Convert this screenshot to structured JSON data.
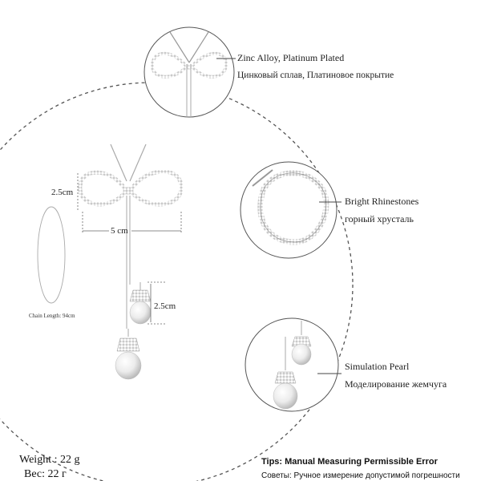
{
  "features": {
    "material": {
      "en": "Zinc Alloy, Platinum Plated",
      "ru": "Цинковый сплав, Платиновое покрытие"
    },
    "rhinestones": {
      "en": "Bright Rhinestones",
      "ru": "горный хрусталь"
    },
    "pearl": {
      "en": "Simulation Pearl",
      "ru": "Моделирование жемчуга"
    }
  },
  "dimensions": {
    "bow_height": "2.5cm",
    "bow_width": "5 cm",
    "pearl_drop": "2.5cm",
    "chain_length": "Chain Length: 94cm"
  },
  "specs": {
    "weight_en": "Weight : 22 g",
    "weight_ru": "Вес: 22 г"
  },
  "tips": {
    "heading": "Tips: Manual Measuring Permissible Error",
    "subtext": "Советы: Ручное измерение допустимой погрешности"
  },
  "colors": {
    "accent_line": "#444444",
    "silver": "#b8b8b8"
  },
  "icons": [
    "bow-pendant-icon",
    "rhinestone-ring-icon",
    "pearl-drop-icon"
  ]
}
